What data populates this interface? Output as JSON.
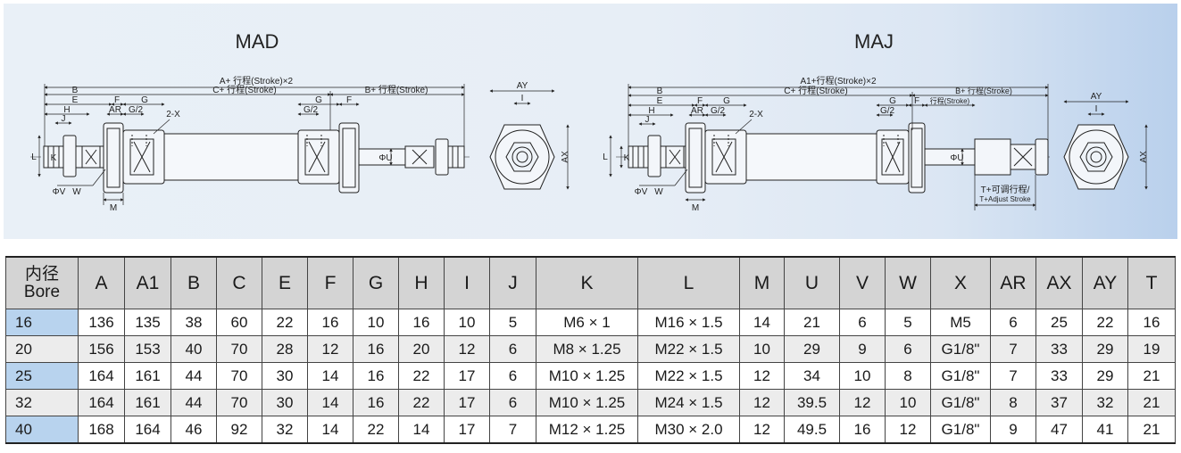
{
  "drawings": {
    "left_title": "MAD",
    "right_title": "MAJ",
    "mad_dims": {
      "overall": "A+ 行程(Stroke)×2",
      "b": "B",
      "c": "C+ 行程(Stroke)",
      "b_stroke": "B+ 行程(Stroke)",
      "e": "E",
      "f": "F",
      "g": "G",
      "h": "H",
      "j": "J",
      "ar": "AR",
      "g2": "G/2",
      "twox": "2-X",
      "g2_right": "G/2",
      "f_right": "F",
      "g_right": "G",
      "l": "L",
      "k": "K",
      "phiu": "ΦU",
      "phiv": "ΦV",
      "w": "W",
      "m": "M"
    },
    "maj_dims": {
      "overall": "A1+行程(Stroke)×2",
      "b": "B",
      "c": "C+ 行程(Stroke)",
      "b_stroke": "B+ 行程(Stroke)",
      "e": "E",
      "f": "F",
      "g": "G",
      "h": "H",
      "j": "J",
      "ar": "AR",
      "g2": "G/2",
      "twox": "2-X",
      "g2_right": "G/2",
      "f_right": "F",
      "g_right": "G",
      "stroke_small": "行程(Stroke)",
      "l": "L",
      "k": "K",
      "phiu": "ΦU",
      "phiv": "ΦV",
      "w": "W",
      "m": "M",
      "adjust_cn": "T+可调行程/",
      "adjust_en": "T+Adjust Stroke"
    },
    "end_views": {
      "ay": "AY",
      "ax": "AX",
      "i": "I",
      "ay2": "AY",
      "ax2": "AX",
      "i2": "I"
    }
  },
  "table": {
    "bore_header_cn": "内径",
    "bore_header_en": "Bore",
    "columns": [
      "A",
      "A1",
      "B",
      "C",
      "E",
      "F",
      "G",
      "H",
      "I",
      "J",
      "K",
      "L",
      "M",
      "U",
      "V",
      "W",
      "X",
      "AR",
      "AX",
      "AY",
      "T"
    ],
    "rows": [
      {
        "bore": "16",
        "values": [
          "136",
          "135",
          "38",
          "60",
          "22",
          "16",
          "10",
          "16",
          "10",
          "5",
          "M6 × 1",
          "M16 × 1.5",
          "14",
          "21",
          "6",
          "5",
          "M5",
          "6",
          "25",
          "22",
          "16"
        ]
      },
      {
        "bore": "20",
        "values": [
          "156",
          "153",
          "40",
          "70",
          "28",
          "12",
          "16",
          "20",
          "12",
          "6",
          "M8 × 1.25",
          "M22 × 1.5",
          "10",
          "29",
          "9",
          "6",
          "G1/8\"",
          "7",
          "33",
          "29",
          "19"
        ]
      },
      {
        "bore": "25",
        "values": [
          "164",
          "161",
          "44",
          "70",
          "30",
          "14",
          "16",
          "22",
          "17",
          "6",
          "M10 × 1.25",
          "M22 × 1.5",
          "12",
          "34",
          "10",
          "8",
          "G1/8\"",
          "7",
          "33",
          "29",
          "21"
        ]
      },
      {
        "bore": "32",
        "values": [
          "164",
          "161",
          "44",
          "70",
          "30",
          "14",
          "16",
          "22",
          "17",
          "6",
          "M10 × 1.25",
          "M24 × 1.5",
          "12",
          "39.5",
          "12",
          "10",
          "G1/8\"",
          "8",
          "37",
          "32",
          "21"
        ]
      },
      {
        "bore": "40",
        "values": [
          "168",
          "164",
          "46",
          "92",
          "32",
          "14",
          "22",
          "14",
          "17",
          "7",
          "M12 × 1.25",
          "M30 × 2.0",
          "12",
          "49.5",
          "16",
          "12",
          "G1/8\"",
          "9",
          "47",
          "41",
          "21"
        ]
      }
    ]
  },
  "colors": {
    "panel_light": "#e9f0f7",
    "panel_edge": "#b9d0ec",
    "bore_column": "#b8d3ee",
    "header_bg": "#d4d4d4",
    "alt_row": "#ececec"
  }
}
